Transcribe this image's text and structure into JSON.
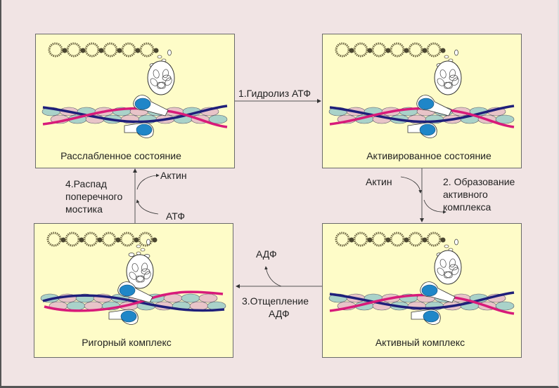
{
  "diagram": {
    "title": "",
    "panels": [
      {
        "id": "relaxed",
        "label": "Расслабленное состояние"
      },
      {
        "id": "activated",
        "label": "Активированное состояние"
      },
      {
        "id": "rigor",
        "label": "Ригорный комплекс"
      },
      {
        "id": "active",
        "label": "Активный комплекс"
      }
    ],
    "transitions": {
      "step1": {
        "label": "1.Гидролиз АТФ"
      },
      "step2": {
        "line1": "2. Образование",
        "line2": "активного",
        "line3": "комплекса",
        "input": "Актин"
      },
      "step3": {
        "line1": "3.Отщепление",
        "line2": "АДФ",
        "output": "АДФ"
      },
      "step4": {
        "line1": "4.Распад",
        "line2": "поперечного",
        "line3": "мостика",
        "output": "Актин",
        "input": "АТФ"
      }
    },
    "colors": {
      "background": "#f1e4e4",
      "panel_fill": "#fefcc8",
      "tropomyosin_pink": "#d81b7a",
      "tropomyosin_navy": "#1f1f7a",
      "myosin_head_blue": "#1f86c8",
      "actin_green": "#a9d2c9",
      "actin_pink": "#e8c4c8"
    }
  }
}
